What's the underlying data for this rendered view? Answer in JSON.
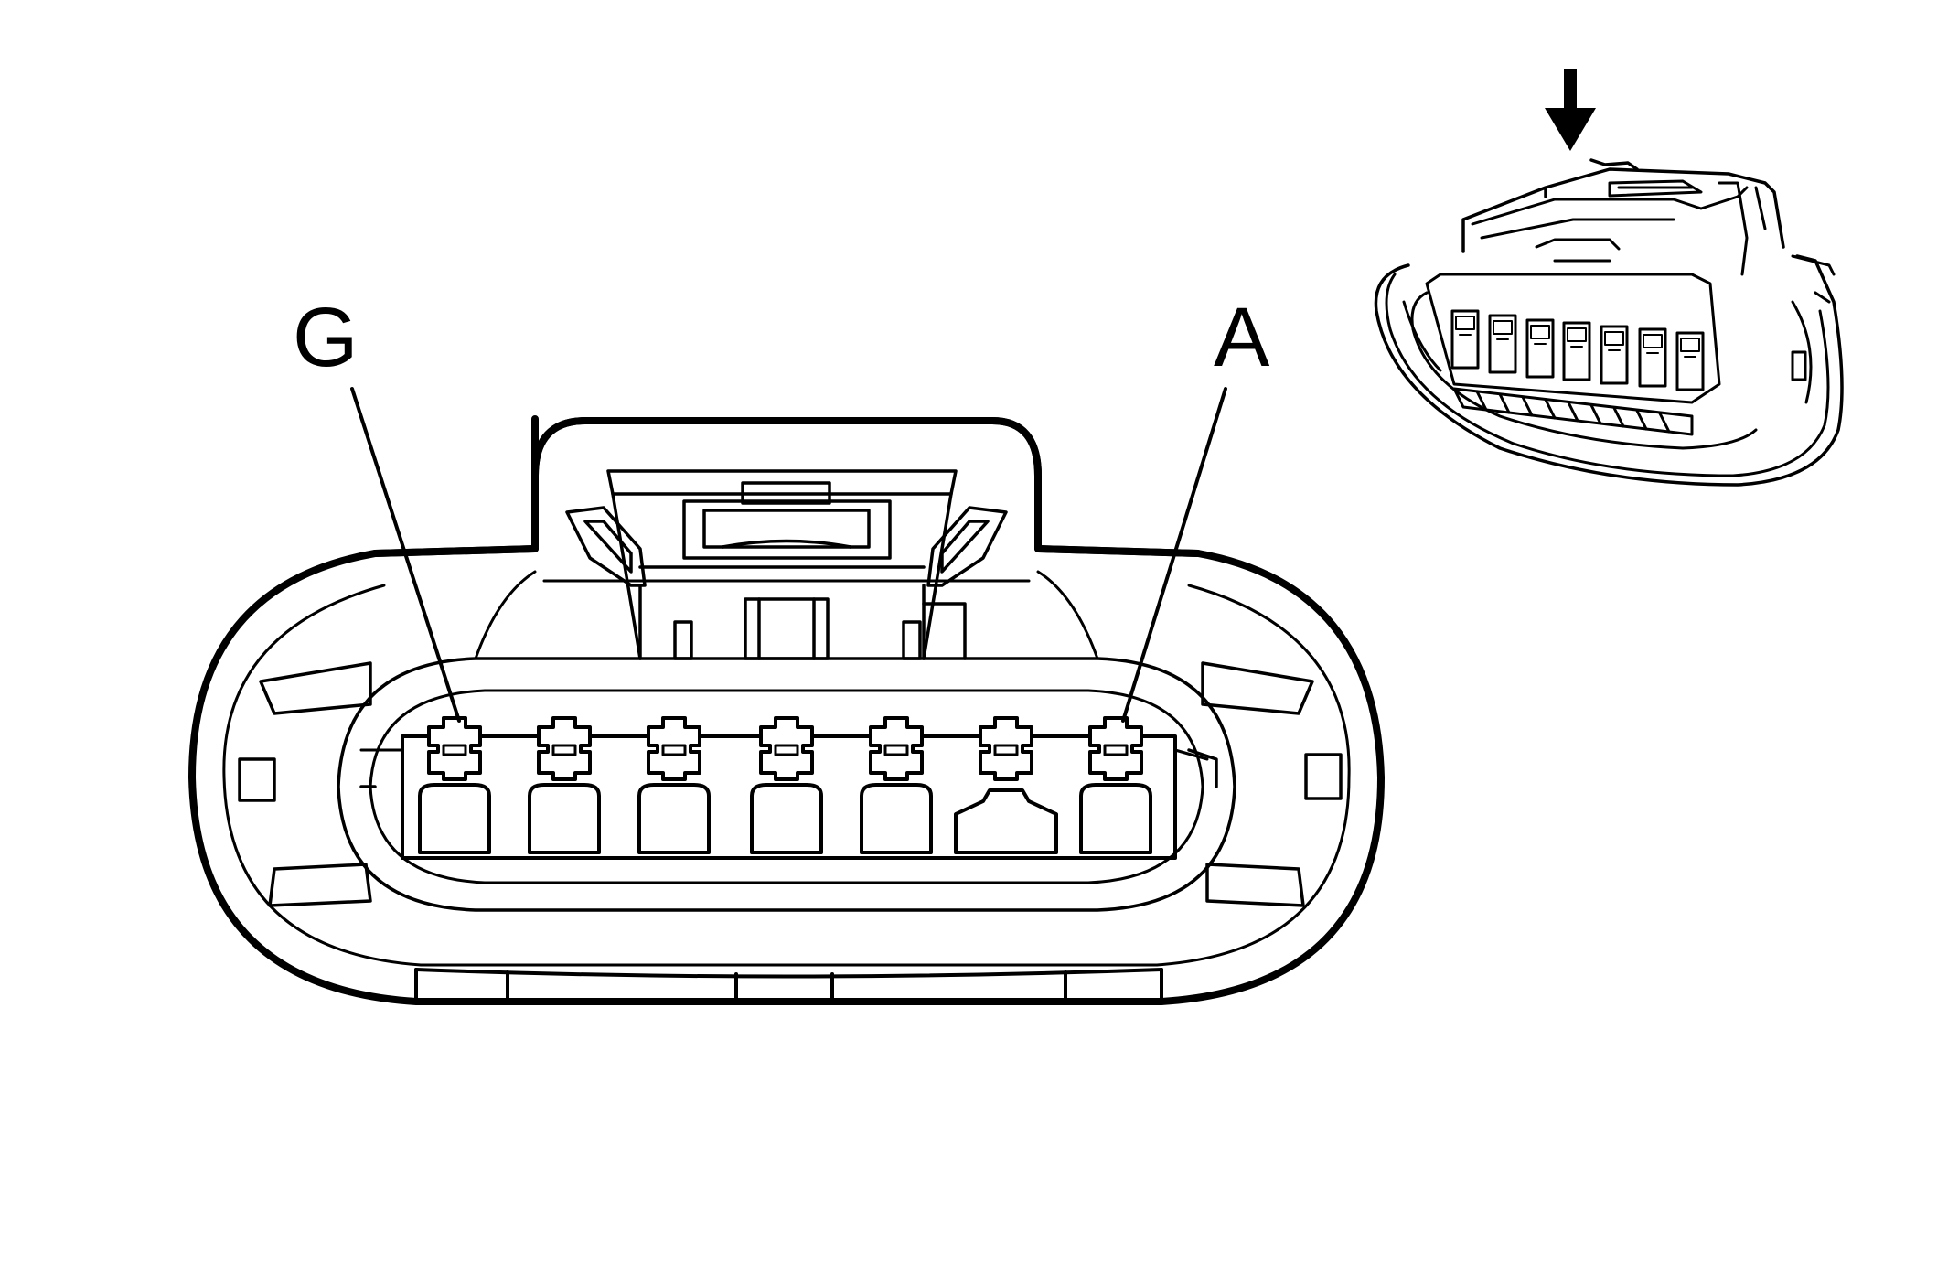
{
  "labels": {
    "left": "G",
    "right": "A"
  },
  "connector": {
    "cavity_count": 7,
    "view_arrow": "down-arrow-icon"
  },
  "colors": {
    "ink": "#000000",
    "background": "#ffffff"
  }
}
